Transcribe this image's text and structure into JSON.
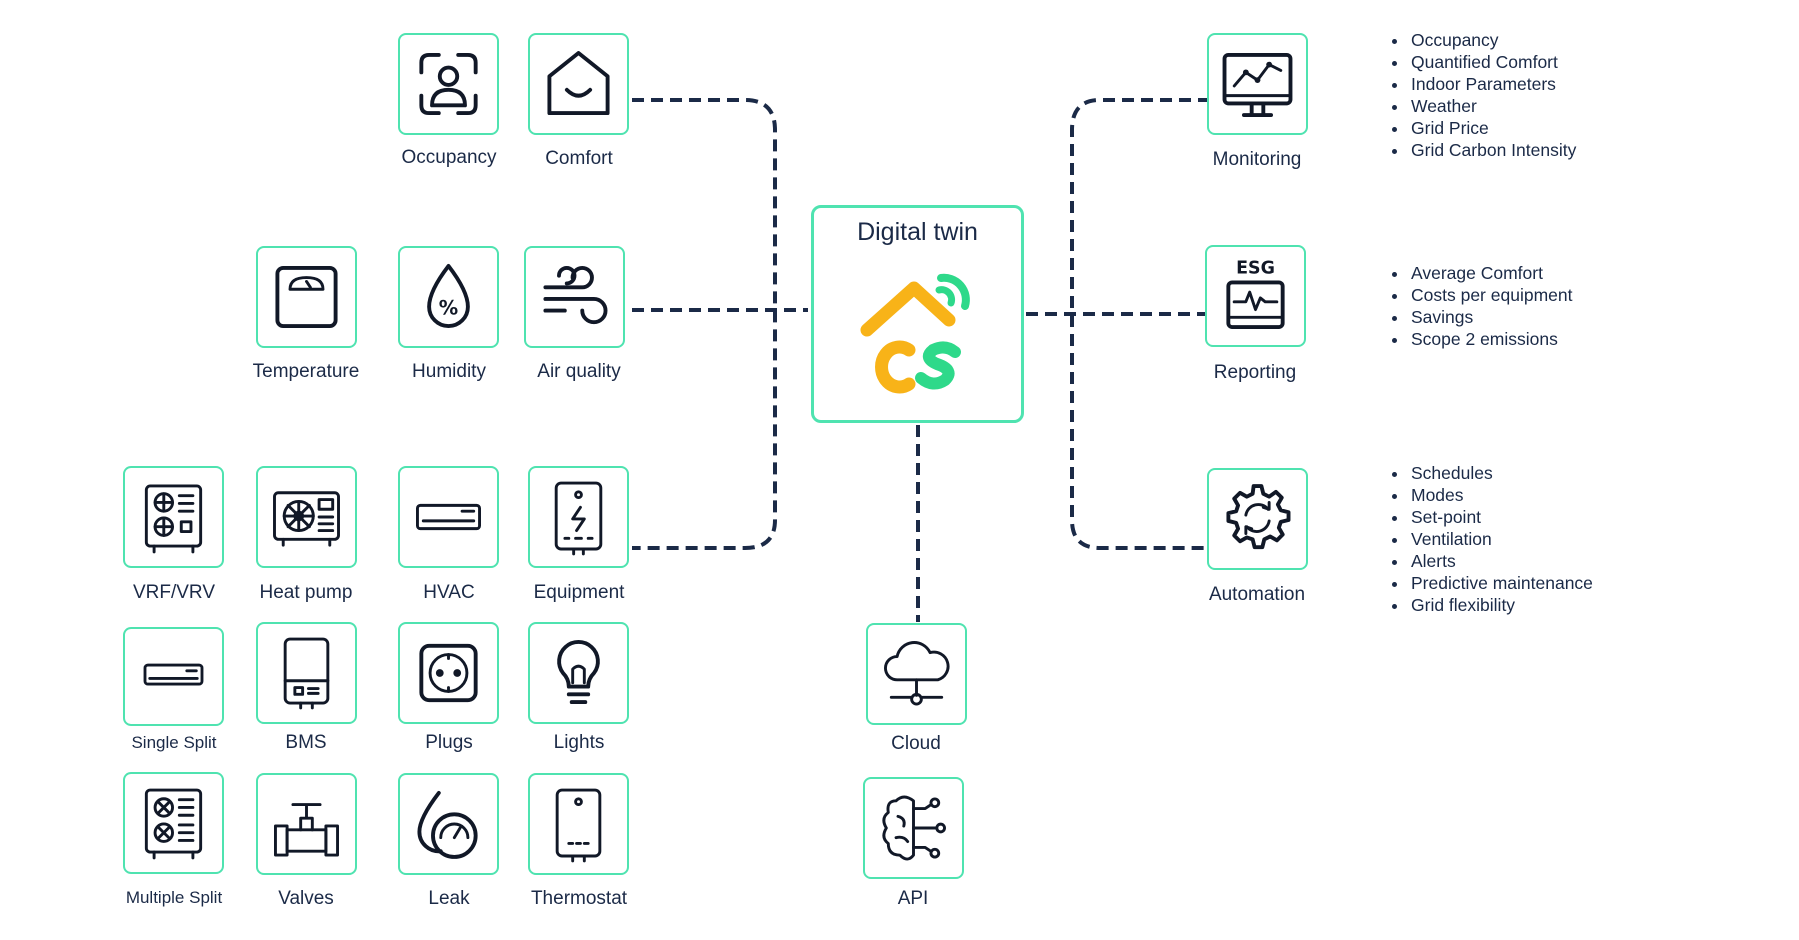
{
  "center": {
    "title": "Digital twin",
    "logo_icon": "cs-house-wifi-logo"
  },
  "colors": {
    "accent": "#4fe3b0",
    "ink": "#1b2a47",
    "logo_orange": "#f8b318",
    "logo_green": "#2ed98a"
  },
  "inputs": {
    "occupancy": "Occupancy",
    "comfort": "Comfort",
    "temperature": "Temperature",
    "humidity": "Humidity",
    "air_quality": "Air quality",
    "vrf": "VRF/VRV",
    "heat_pump": "Heat pump",
    "hvac": "HVAC",
    "equipment": "Equipment",
    "single_split": "Single Split",
    "bms": "BMS",
    "plugs": "Plugs",
    "lights": "Lights",
    "multiple_split": "Multiple Split",
    "valves": "Valves",
    "leak": "Leak",
    "thermostat": "Thermostat"
  },
  "connectivity": {
    "cloud": "Cloud",
    "api": "API"
  },
  "outputs": {
    "monitoring": {
      "label": "Monitoring",
      "items": [
        "Occupancy",
        "Quantified Comfort",
        "Indoor Parameters",
        "Weather",
        "Grid Price",
        "Grid Carbon Intensity"
      ]
    },
    "reporting": {
      "label": "Reporting",
      "badge": "ESG",
      "items": [
        "Average Comfort",
        "Costs per equipment",
        "Savings",
        "Scope 2 emissions"
      ]
    },
    "automation": {
      "label": "Automation",
      "items": [
        "Schedules",
        "Modes",
        "Set-point",
        "Ventilation",
        "Alerts",
        "Predictive maintenance",
        "Grid flexibility"
      ]
    }
  }
}
